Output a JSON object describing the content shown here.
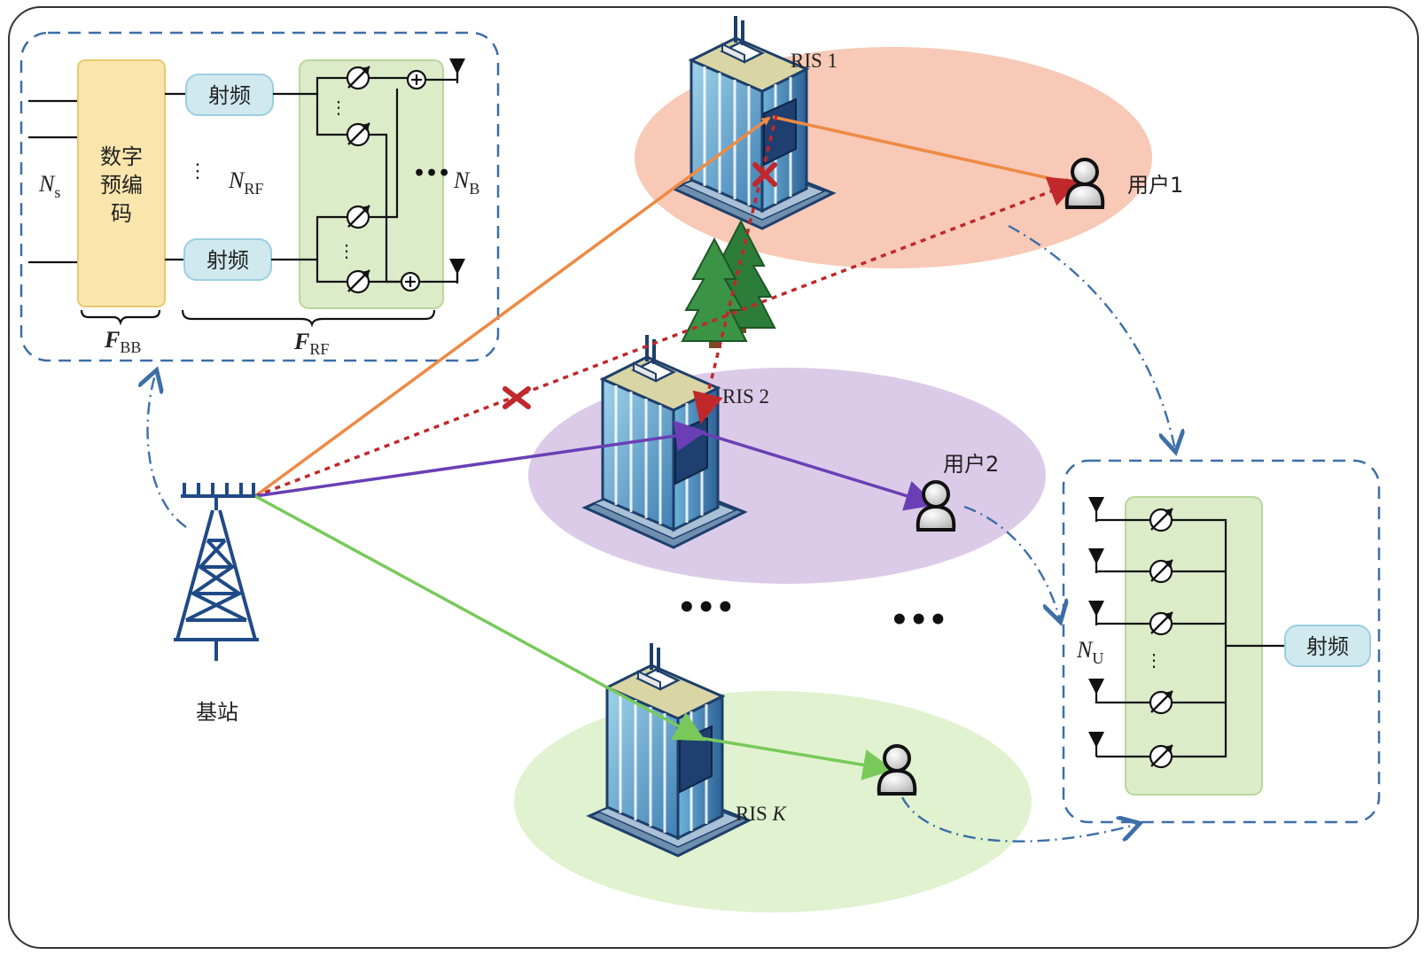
{
  "transmitter": {
    "ns": "N",
    "ns_sub": "s",
    "digital_precoder_label": [
      "数字",
      "预编",
      "码"
    ],
    "rf_chain_label": "射频",
    "nrf": "N",
    "nrf_sub": "RF",
    "nb": "N",
    "nb_sub": "B",
    "fbb": "F",
    "fbb_sub": "BB",
    "frf": "F",
    "frf_sub": "RF"
  },
  "base_station_label": "基站",
  "ris": [
    {
      "label": "RIS 1",
      "italic_suffix": ""
    },
    {
      "label": "RIS 2",
      "italic_suffix": ""
    },
    {
      "label": "RIS ",
      "italic_suffix": "K"
    }
  ],
  "users": [
    {
      "label": "用户1"
    },
    {
      "label": "用户2"
    }
  ],
  "receiver": {
    "nu": "N",
    "nu_sub": "U",
    "rf_chain_label": "射频"
  },
  "ellipsis": "•••",
  "colors": {
    "ris1_zone": "#f7c9b6",
    "ris2_zone": "#dccbe8",
    "risk_zone": "#e0f2cf",
    "link_ris1": "#ee8a44",
    "link_ris2": "#6a3fb5",
    "link_risk": "#79c95a",
    "blocked_link": "#c0282b",
    "dashed_border": "#3c6ea8",
    "rf_box": "#cfe9ef",
    "precoder_box": "#fae6ad",
    "analog_box": "#dcebc8"
  }
}
